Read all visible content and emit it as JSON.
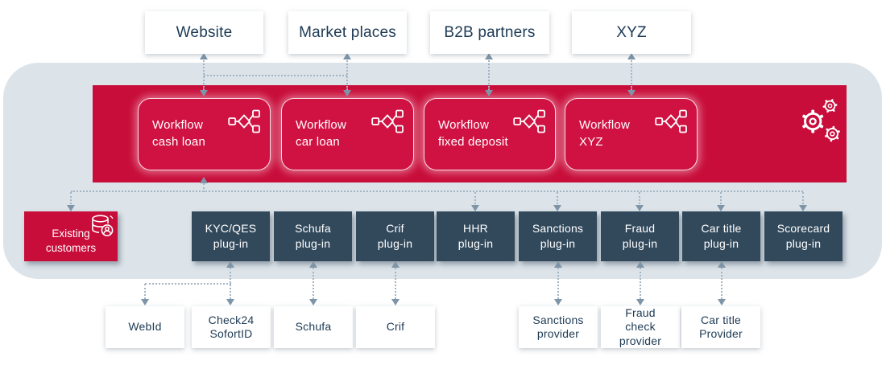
{
  "channels": [
    {
      "label": "Website"
    },
    {
      "label": "Market places"
    },
    {
      "label": "B2B partners"
    },
    {
      "label": "XYZ"
    }
  ],
  "workflow_band": {
    "workflows": [
      {
        "label": "Workflow\ncash loan"
      },
      {
        "label": "Workflow\ncar loan"
      },
      {
        "label": "Workflow\nfixed deposit"
      },
      {
        "label": "Workflow\nXYZ"
      }
    ],
    "icons": {
      "workflow": "workflow-icon",
      "gears": "gears-icon"
    }
  },
  "existing_customers": {
    "label": "Existing\ncustomers",
    "icon": "customer-database-icon"
  },
  "plugins": [
    {
      "label": "KYC/QES\nplug-in"
    },
    {
      "label": "Schufa\nplug-in"
    },
    {
      "label": "Crif\nplug-in"
    },
    {
      "label": "HHR\nplug-in"
    },
    {
      "label": "Sanctions\nplug-in"
    },
    {
      "label": "Fraud\nplug-in"
    },
    {
      "label": "Car title\nplug-in"
    },
    {
      "label": "Scorecard\nplug-in"
    }
  ],
  "providers": [
    {
      "label": "WebId"
    },
    {
      "label": "Check24\nSofortID"
    },
    {
      "label": "Schufa"
    },
    {
      "label": "Crif"
    },
    {
      "label": "Sanctions\nprovider"
    },
    {
      "label": "Fraud\ncheck\nprovider"
    },
    {
      "label": "Car title\nProvider"
    }
  ],
  "colors": {
    "accent_red": "#c80d3a",
    "workflow_box_red": "#d01243",
    "dark_navy": "#32495c",
    "container_gray": "#dce3e9",
    "connector_line": "#a3b4c3",
    "arrowhead": "#7e95a8",
    "text_navy": "#1d3a54"
  }
}
